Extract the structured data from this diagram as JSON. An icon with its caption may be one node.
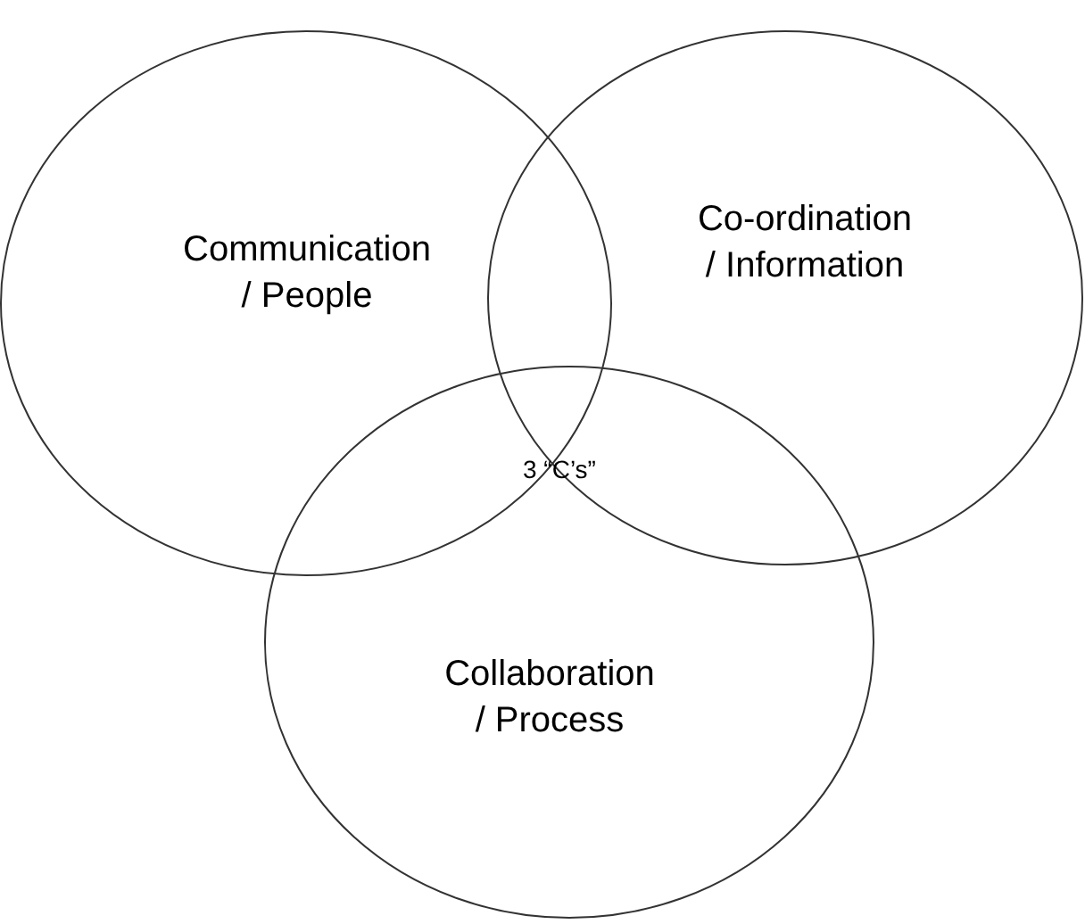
{
  "diagram": {
    "nodes": [
      {
        "text": [
          "Communication / People"
        ]
      },
      {
        "text": [
          "Co-ordination / Information"
        ]
      },
      {
        "text": [
          "Collaboration / Process"
        ]
      }
    ],
    "labels": [
      "3 “C’s”"
    ]
  }
}
